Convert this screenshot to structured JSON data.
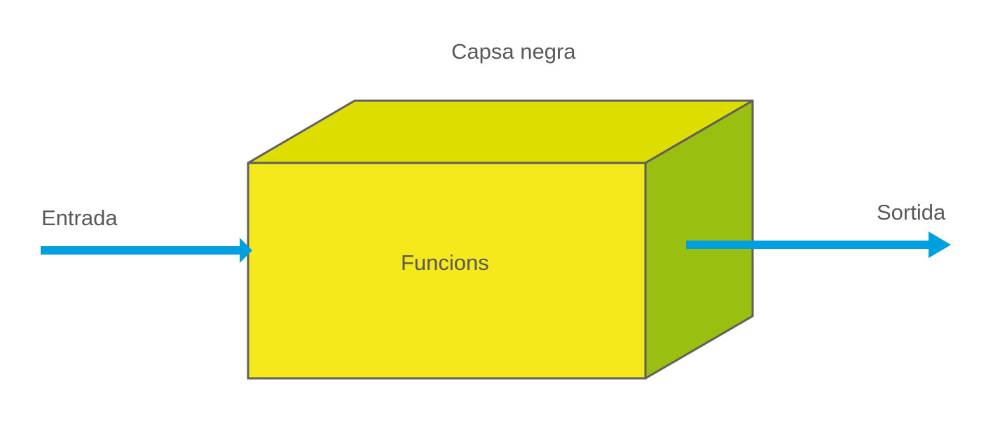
{
  "title": "Capsa negra",
  "box_label": "Funcions",
  "input_label": "Entrada",
  "output_label": "Sortida",
  "colors": {
    "front": "#f5e81b",
    "top": "#dedd00",
    "side": "#99bf10",
    "outline": "#5f5f5f",
    "arrow": "#009fdf",
    "text": "#58595b"
  }
}
